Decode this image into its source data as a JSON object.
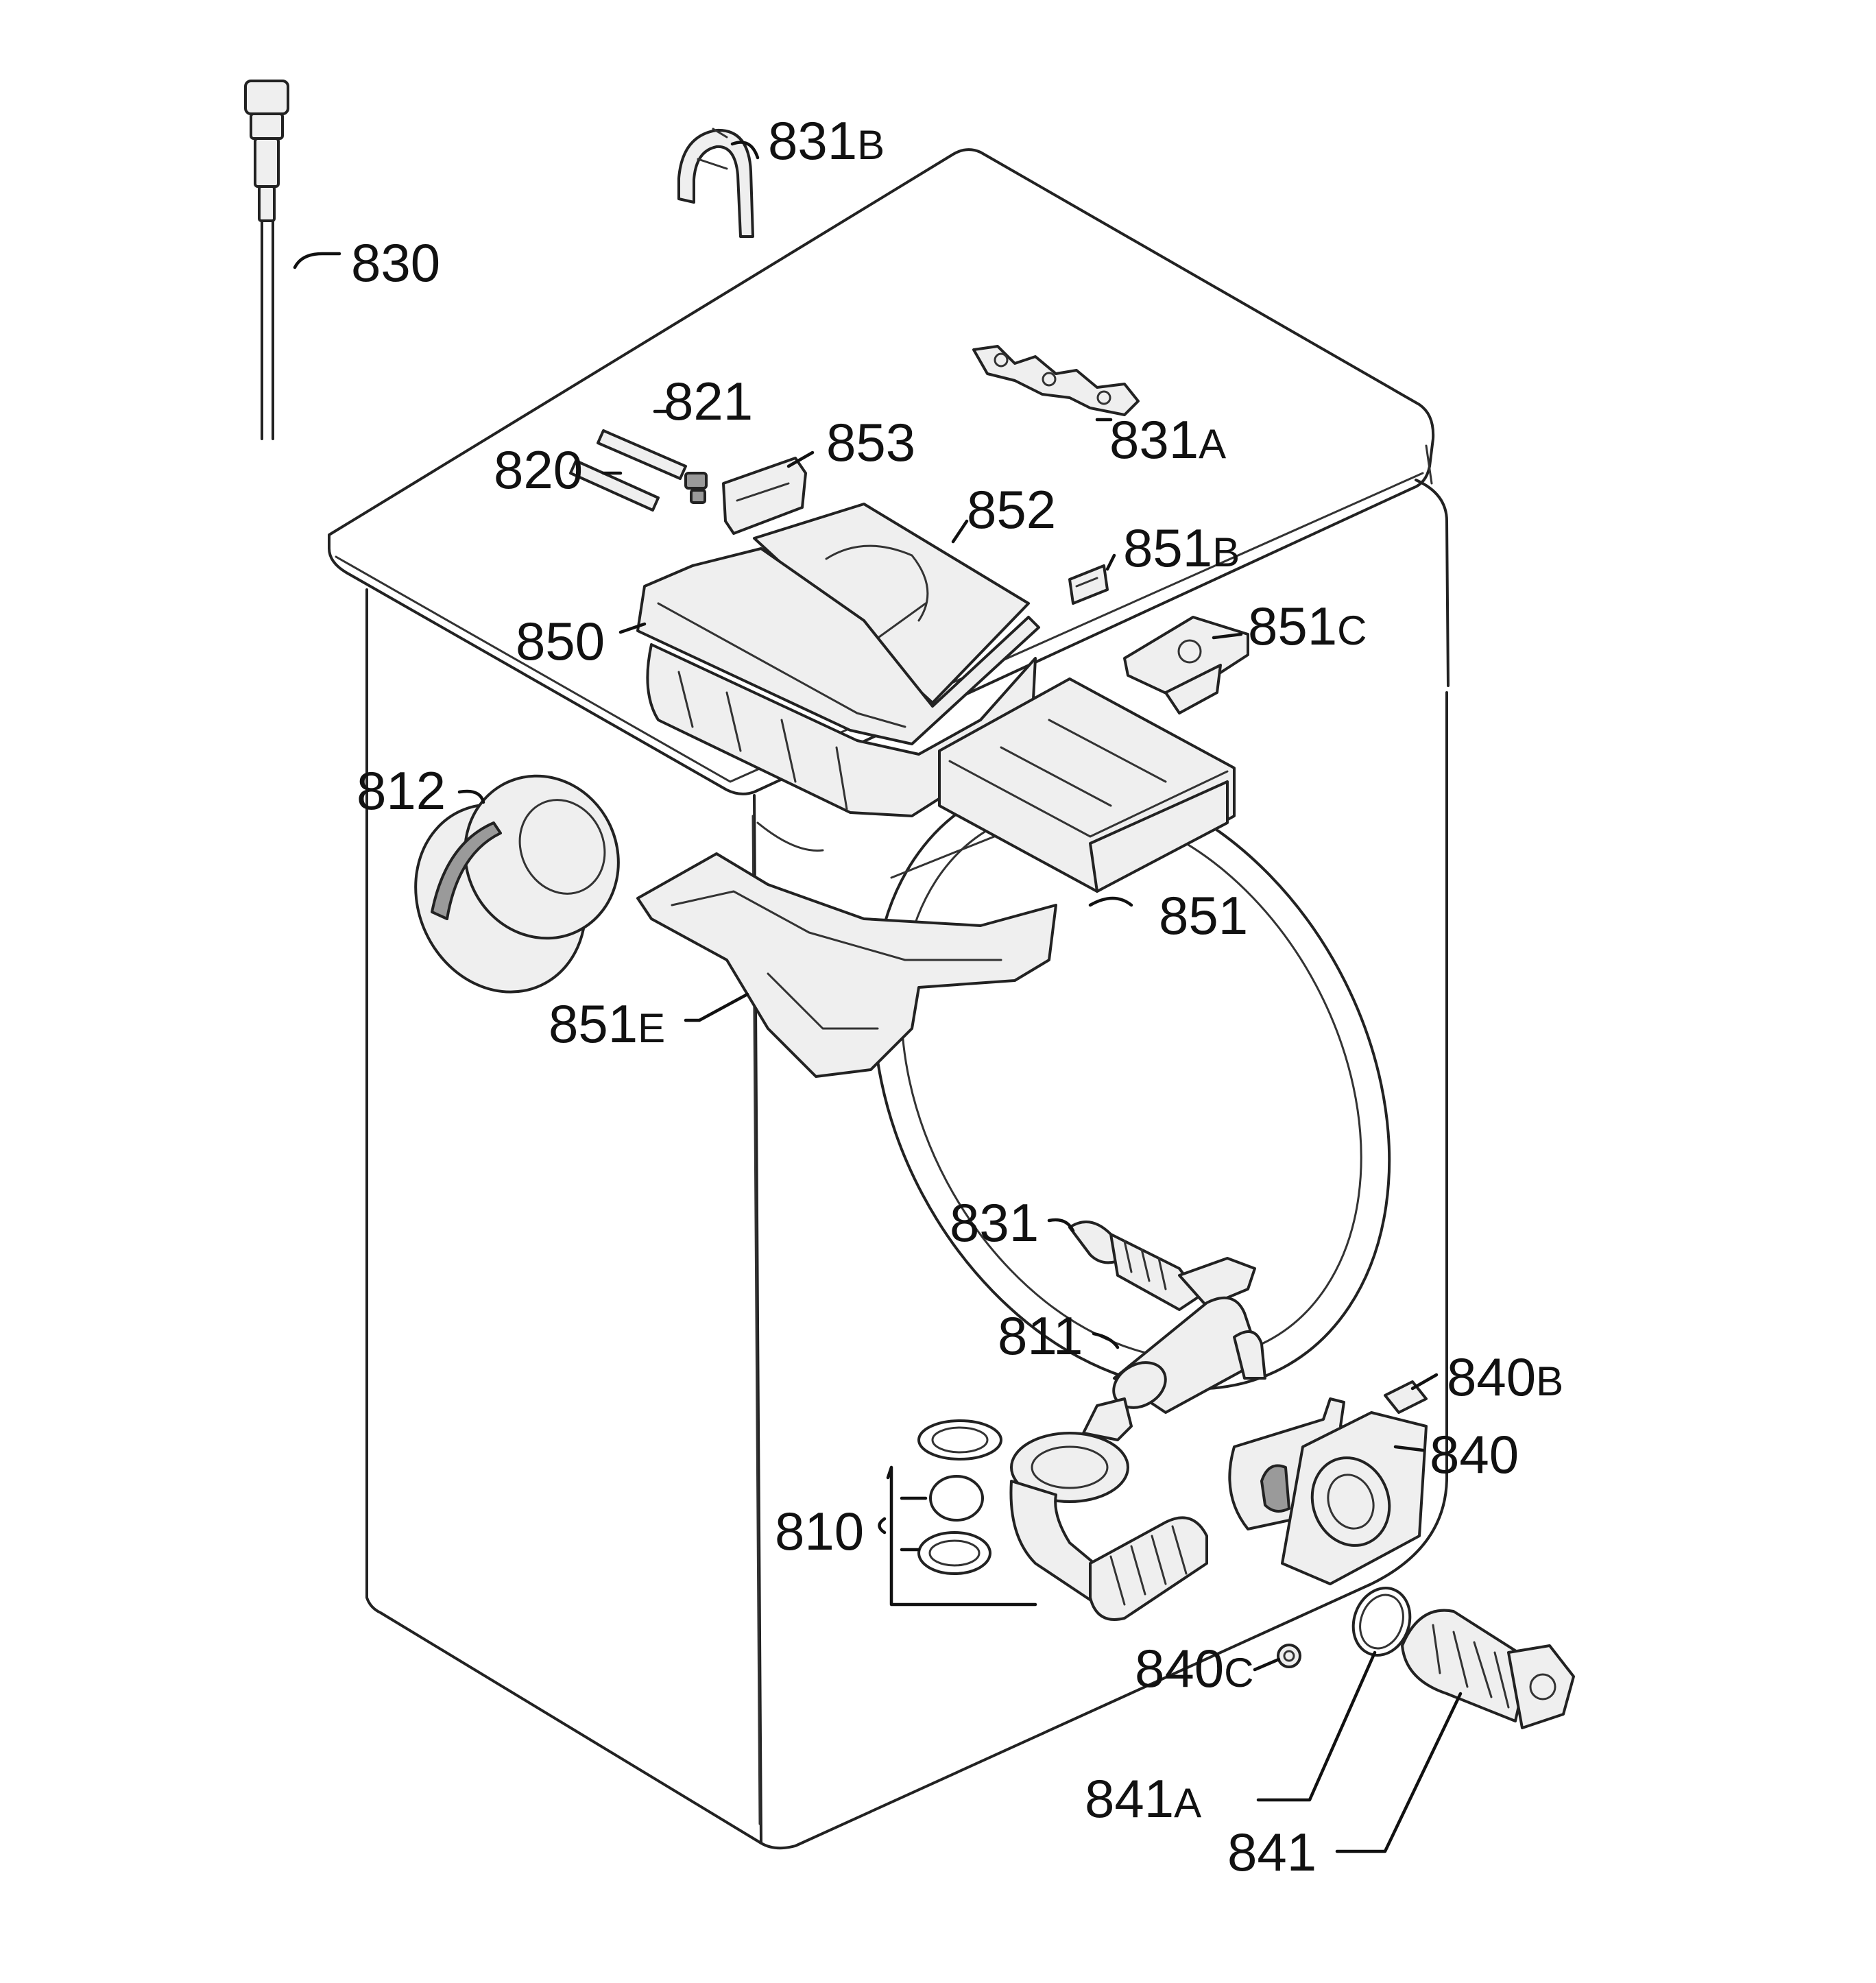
{
  "labels": [
    {
      "id": "830",
      "num": "830",
      "suffix": ""
    },
    {
      "id": "831b",
      "num": "831",
      "suffix": "B"
    },
    {
      "id": "821",
      "num": "821",
      "suffix": ""
    },
    {
      "id": "820",
      "num": "820",
      "suffix": ""
    },
    {
      "id": "853",
      "num": "853",
      "suffix": ""
    },
    {
      "id": "831a",
      "num": "831",
      "suffix": "A"
    },
    {
      "id": "852",
      "num": "852",
      "suffix": ""
    },
    {
      "id": "851b",
      "num": "851",
      "suffix": "B"
    },
    {
      "id": "850",
      "num": "850",
      "suffix": ""
    },
    {
      "id": "851c",
      "num": "851",
      "suffix": "C"
    },
    {
      "id": "812",
      "num": "812",
      "suffix": ""
    },
    {
      "id": "851",
      "num": "851",
      "suffix": ""
    },
    {
      "id": "851e",
      "num": "851",
      "suffix": "E"
    },
    {
      "id": "831",
      "num": "831",
      "suffix": ""
    },
    {
      "id": "811",
      "num": "811",
      "suffix": ""
    },
    {
      "id": "840b",
      "num": "840",
      "suffix": "B"
    },
    {
      "id": "840",
      "num": "840",
      "suffix": ""
    },
    {
      "id": "810",
      "num": "810",
      "suffix": ""
    },
    {
      "id": "840c",
      "num": "840",
      "suffix": "C"
    },
    {
      "id": "841a",
      "num": "841",
      "suffix": "A"
    },
    {
      "id": "841",
      "num": "841",
      "suffix": ""
    }
  ]
}
